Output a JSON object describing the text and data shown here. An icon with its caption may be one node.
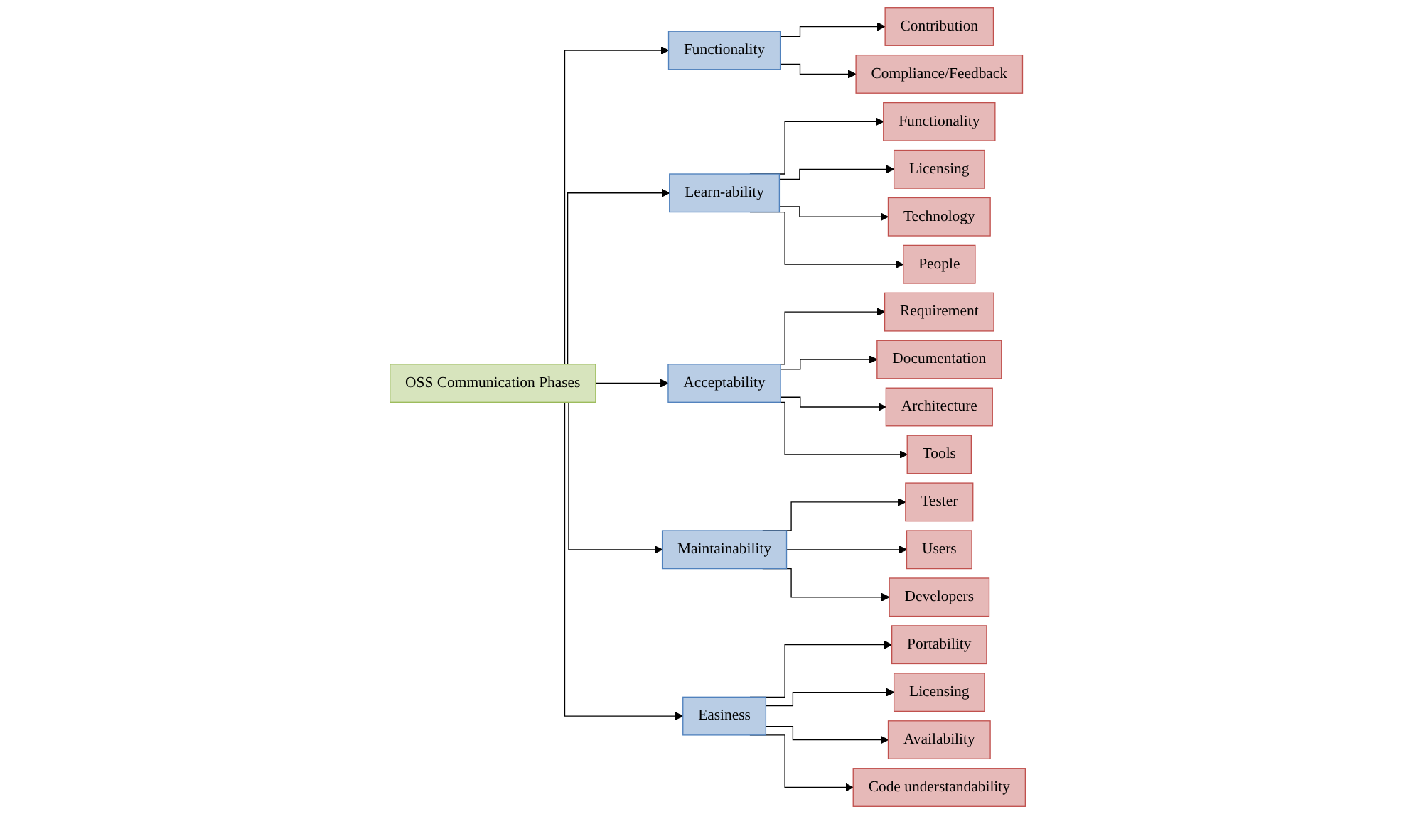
{
  "diagram": {
    "nodes": [
      {
        "text": [
          "OSS Communication Phases"
        ]
      },
      {
        "text": [
          "Functionality"
        ]
      },
      {
        "text": [
          "Learn-ability"
        ]
      },
      {
        "text": [
          "Acceptability"
        ]
      },
      {
        "text": [
          "Maintainability"
        ]
      },
      {
        "text": [
          "Easiness"
        ]
      },
      {
        "text": [
          "Contribution"
        ]
      },
      {
        "text": [
          "Compliance/Feedback"
        ]
      },
      {
        "text": [
          "Functionality"
        ]
      },
      {
        "text": [
          "Licensing"
        ]
      },
      {
        "text": [
          "Technology"
        ]
      },
      {
        "text": [
          "People"
        ]
      },
      {
        "text": [
          "Requirement"
        ]
      },
      {
        "text": [
          "Documentation"
        ]
      },
      {
        "text": [
          "Architecture"
        ]
      },
      {
        "text": [
          "Tools"
        ]
      },
      {
        "text": [
          "Tester"
        ]
      },
      {
        "text": [
          "Users"
        ]
      },
      {
        "text": [
          "Developers"
        ]
      },
      {
        "text": [
          "Portability"
        ]
      },
      {
        "text": [
          "Licensing"
        ]
      },
      {
        "text": [
          "Availability"
        ]
      },
      {
        "text": [
          "Code understandability"
        ]
      }
    ],
    "edges": [
      {
        "from": 0,
        "to": 1,
        "arrow": "to"
      },
      {
        "from": 0,
        "to": 2,
        "arrow": "to"
      },
      {
        "from": 0,
        "to": 3,
        "arrow": "to"
      },
      {
        "from": 0,
        "to": 4,
        "arrow": "to"
      },
      {
        "from": 0,
        "to": 5,
        "arrow": "to"
      },
      {
        "from": 1,
        "to": 6,
        "arrow": "to"
      },
      {
        "from": 1,
        "to": 7,
        "arrow": "to"
      },
      {
        "from": 2,
        "to": 8,
        "arrow": "to"
      },
      {
        "from": 2,
        "to": 9,
        "arrow": "to"
      },
      {
        "from": 2,
        "to": 10,
        "arrow": "to"
      },
      {
        "from": 2,
        "to": 11,
        "arrow": "to"
      },
      {
        "from": 3,
        "to": 12,
        "arrow": "to"
      },
      {
        "from": 3,
        "to": 13,
        "arrow": "to"
      },
      {
        "from": 3,
        "to": 14,
        "arrow": "to"
      },
      {
        "from": 3,
        "to": 15,
        "arrow": "to"
      },
      {
        "from": 4,
        "to": 16,
        "arrow": "to"
      },
      {
        "from": 4,
        "to": 17,
        "arrow": "to"
      },
      {
        "from": 4,
        "to": 18,
        "arrow": "to"
      },
      {
        "from": 5,
        "to": 19,
        "arrow": "to"
      },
      {
        "from": 5,
        "to": 20,
        "arrow": "to"
      },
      {
        "from": 5,
        "to": 21,
        "arrow": "to"
      },
      {
        "from": 5,
        "to": 22,
        "arrow": "to"
      }
    ]
  }
}
